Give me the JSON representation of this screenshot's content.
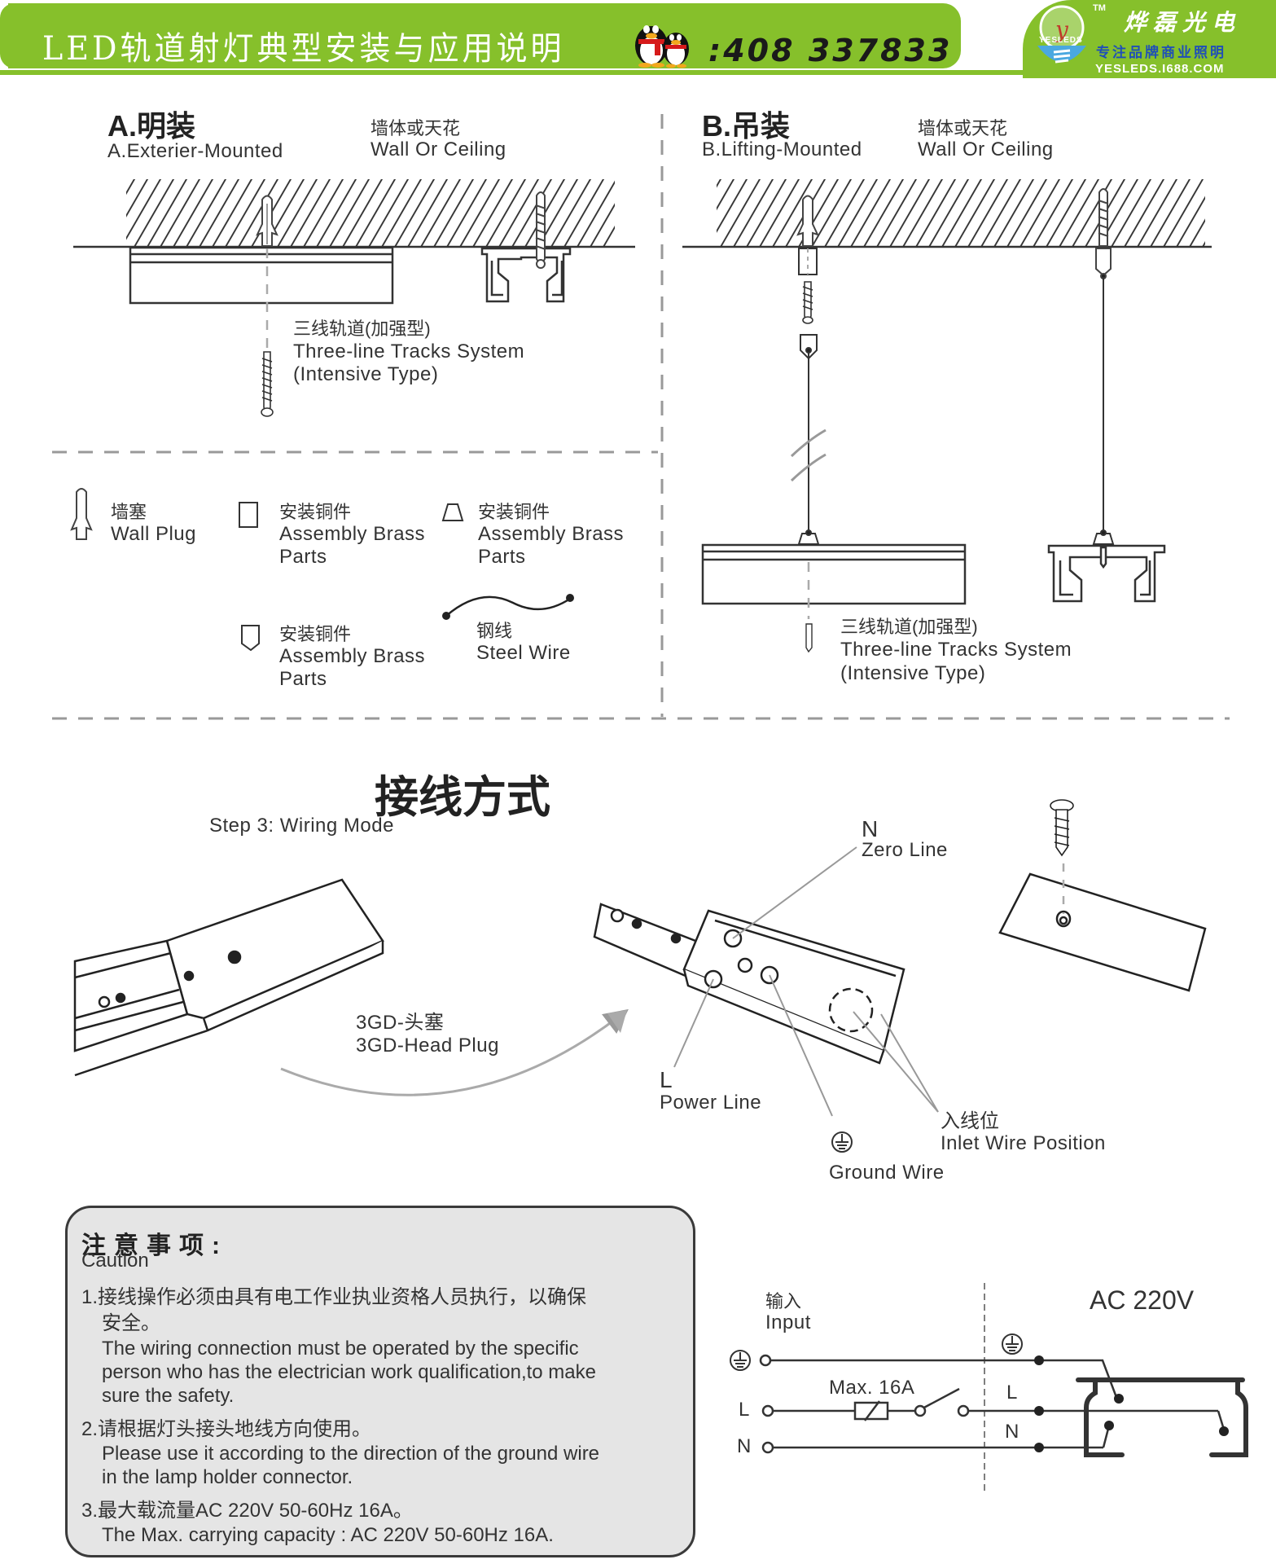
{
  "header": {
    "title": "LED轨道射灯典型安装与应用说明",
    "qq_icon": "qq-penguin-icon",
    "phone": ":408 337833",
    "brand": {
      "name": "烨磊光电",
      "tm": "TM",
      "logo_text": "YESLEDS",
      "slogan": "专注品牌商业照明",
      "url": "YESLEDS.I688.COM"
    },
    "accent_color": "#86c02b"
  },
  "section_a": {
    "title": "A.明装",
    "subtitle": "A.Exterier-Mounted",
    "surface_cn": "墙体或天花",
    "surface_en": "Wall Or Ceiling",
    "track_cn": "三线轨道(加强型)",
    "track_en1": "Three-line Tracks System",
    "track_en2": "(Intensive Type)"
  },
  "section_b": {
    "title": "B.吊装",
    "subtitle": "B.Lifting-Mounted",
    "surface_cn": "墙体或天花",
    "surface_en": "Wall Or Ceiling",
    "track_cn": "三线轨道(加强型)",
    "track_en1": "Three-line Tracks System",
    "track_en2": "(Intensive Type)"
  },
  "legend": [
    {
      "icon": "wall-plug-icon",
      "cn": "墙塞",
      "en1": "Wall Plug",
      "en2": ""
    },
    {
      "icon": "brass-rect-icon",
      "cn": "安装铜件",
      "en1": "Assembly Brass",
      "en2": "Parts"
    },
    {
      "icon": "brass-trapezoid-icon",
      "cn": "安装铜件",
      "en1": "Assembly Brass",
      "en2": "Parts"
    },
    {
      "icon": "brass-shield-icon",
      "cn": "安装铜件",
      "en1": "Assembly Brass",
      "en2": "Parts"
    },
    {
      "icon": "steel-wire-icon",
      "cn": "钢线",
      "en1": "Steel Wire",
      "en2": ""
    }
  ],
  "wiring": {
    "title": "接线方式",
    "subtitle": "Step 3: Wiring Mode",
    "plug_cn": "3GD-头塞",
    "plug_en": "3GD-Head Plug",
    "n_letter": "N",
    "n_label": "Zero Line",
    "l_letter": "L",
    "l_label": "Power Line",
    "ground_label": "Ground Wire",
    "inlet_cn": "入线位",
    "inlet_en": "Inlet Wire Position"
  },
  "caution": {
    "title": "注意事项:",
    "subtitle": "Caution",
    "items": [
      {
        "cn1": "1.接线操作必须由具有电工作业执业资格人员执行，以确保",
        "cn2": "安全。",
        "en": [
          "The wiring connection must be operated by the specific",
          "person who has the electrician work qualification,to make",
          "sure the safety."
        ]
      },
      {
        "cn1": "2.请根据灯头接头地线方向使用。",
        "cn2": "",
        "en": [
          "Please use it according to the direction of the ground wire",
          "in the lamp holder connector."
        ]
      },
      {
        "cn1": "3.最大载流量AC 220V 50-60Hz 16A。",
        "cn2": "",
        "en": [
          "The Max. carrying capacity : AC 220V 50-60Hz 16A."
        ]
      }
    ]
  },
  "circuit": {
    "input_cn": "输入",
    "input_en": "Input",
    "voltage": "AC 220V",
    "breaker": "Max. 16A",
    "terminals_left": [
      "L",
      "N"
    ],
    "terminals_right": [
      "L",
      "N"
    ]
  }
}
